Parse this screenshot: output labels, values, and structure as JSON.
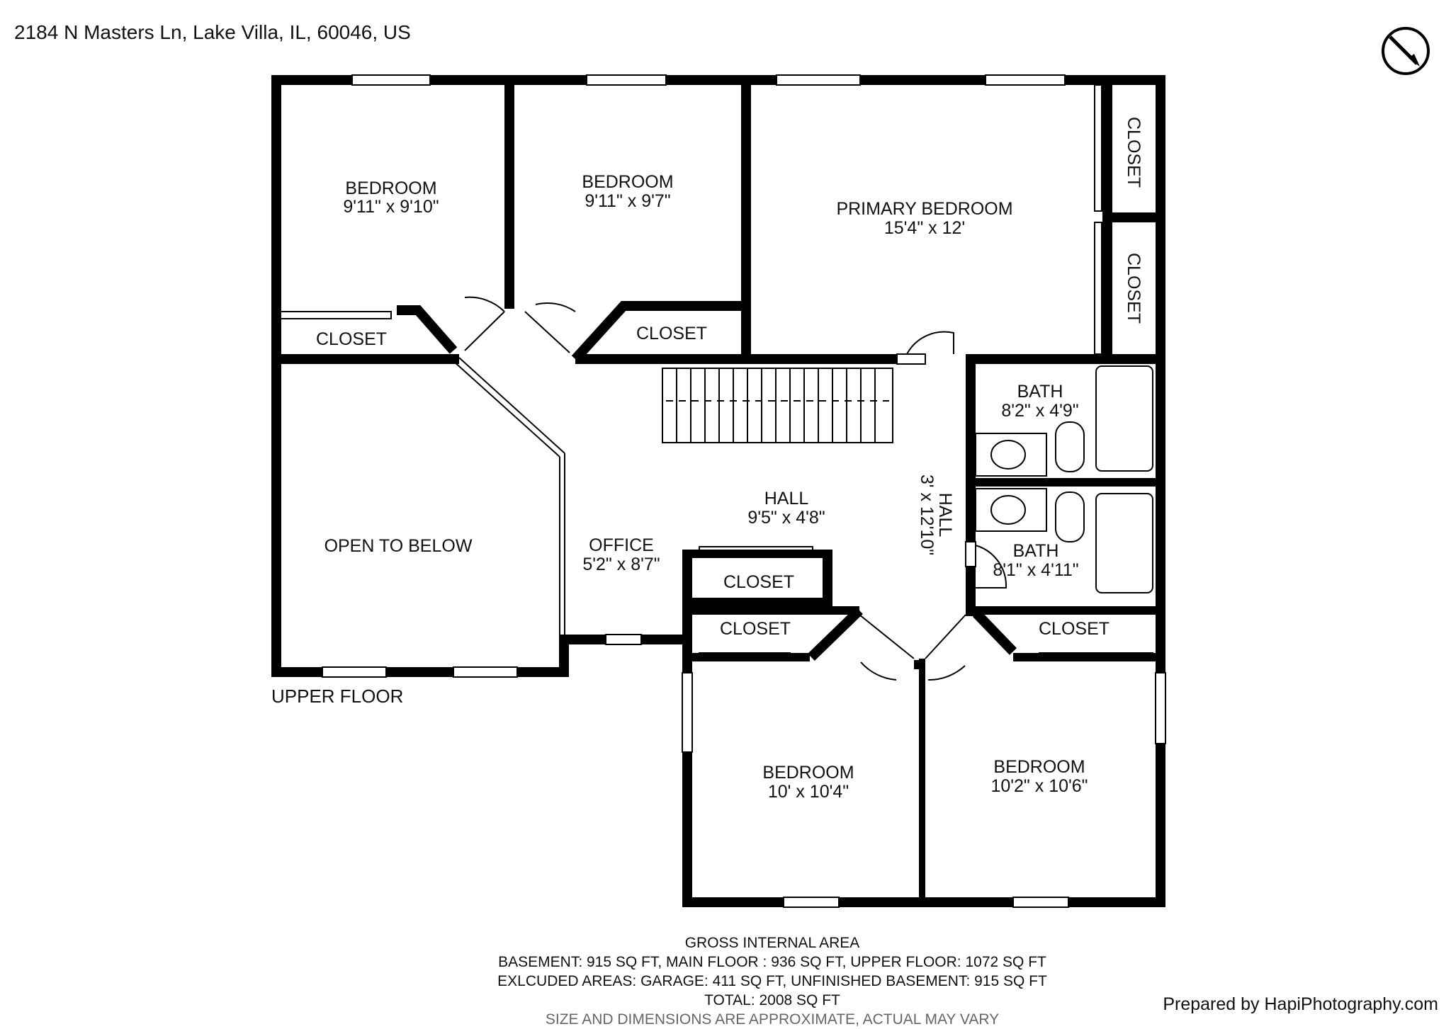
{
  "address": "2184 N Masters Ln, Lake Villa, IL, 60046, US",
  "floor_label": "UPPER FLOOR",
  "rooms": {
    "bedroom_nw": {
      "name": "BEDROOM",
      "dims": "9'11\" x 9'10\""
    },
    "bedroom_n": {
      "name": "BEDROOM",
      "dims": "9'11\" x 9'7\""
    },
    "primary": {
      "name": "PRIMARY BEDROOM",
      "dims": "15'4\" x 12'"
    },
    "closet_p1": {
      "name": "CLOSET"
    },
    "closet_p2": {
      "name": "CLOSET"
    },
    "closet_nw": {
      "name": "CLOSET"
    },
    "closet_n": {
      "name": "CLOSET"
    },
    "bath1": {
      "name": "BATH",
      "dims": "8'2\" x 4'9\""
    },
    "bath2": {
      "name": "BATH",
      "dims": "8'1\" x 4'11\""
    },
    "hall1": {
      "name": "HALL",
      "dims": "9'5\" x 4'8\""
    },
    "hall2": {
      "name": "HALL",
      "dims": "3' x 12'10\""
    },
    "open_below": {
      "name": "OPEN TO BELOW"
    },
    "office": {
      "name": "OFFICE",
      "dims": "5'2\" x 8'7\""
    },
    "closet_hall": {
      "name": "CLOSET"
    },
    "closet_sw": {
      "name": "CLOSET"
    },
    "closet_se": {
      "name": "CLOSET"
    },
    "bedroom_sw": {
      "name": "BEDROOM",
      "dims": "10' x 10'4\""
    },
    "bedroom_se": {
      "name": "BEDROOM",
      "dims": "10'2\" x 10'6\""
    }
  },
  "compass_icon": "north-arrow-icon",
  "gia": {
    "heading": "GROSS INTERNAL AREA",
    "line1": "BASEMENT: 915 SQ FT, MAIN FLOOR : 936 SQ FT, UPPER FLOOR: 1072 SQ FT",
    "line2": "EXLCUDED AREAS: GARAGE: 411 SQ FT, UNFINISHED BASEMENT: 915 SQ FT",
    "total": "TOTAL: 2008 SQ FT",
    "disclaimer": "SIZE AND DIMENSIONS ARE APPROXIMATE, ACTUAL MAY VARY"
  },
  "credit": "Prepared by HapiPhotography.com",
  "colors": {
    "wall": "#000000",
    "background": "#ffffff"
  }
}
